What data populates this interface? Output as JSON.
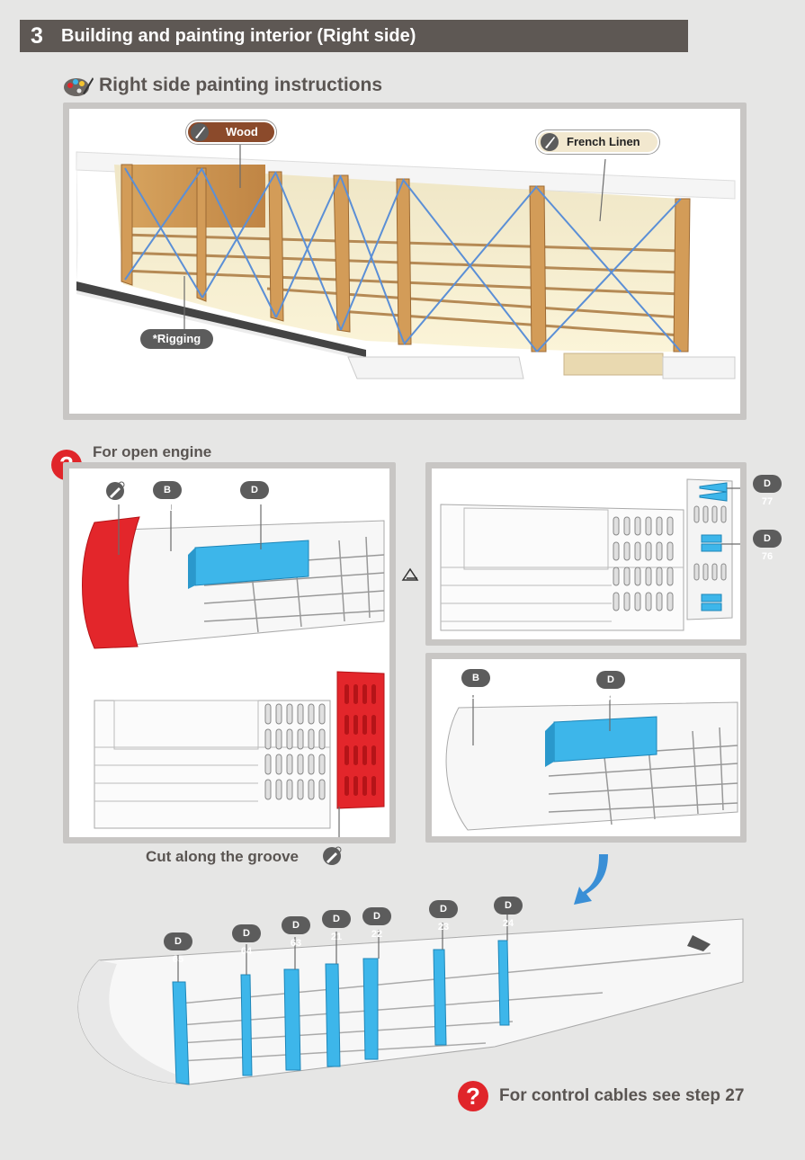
{
  "header": {
    "step_number": "3",
    "title": "Building and painting interior (Right side)"
  },
  "painting": {
    "title": "Right side painting instructions",
    "labels": {
      "wood": "Wood",
      "french_linen": "French Linen",
      "rigging": "*Rigging"
    }
  },
  "open_engine": {
    "title": "For open engine",
    "cut_label": "Cut along the groove"
  },
  "parts": {
    "b01": "B 01",
    "d85": "D 85",
    "d77": "D 77",
    "d76": "D 76",
    "d65": "D 65",
    "d64": "D 64",
    "d63": "D 63",
    "d21": "D 21",
    "d22": "D 22",
    "d23": "D 23",
    "d24": "D 24"
  },
  "footer": {
    "note": "For control cables see step 27",
    "help_symbol": "?"
  },
  "colors": {
    "header_bg": "#5e5854",
    "frame": "#c8c6c4",
    "wood": "#8b4a2b",
    "linen": "#f2e8cf",
    "highlight_blue": "#3db6ea",
    "highlight_red": "#e3262b",
    "rigging": "#5b8fd6",
    "help_red": "#e0252a"
  },
  "icons": [
    "palette-icon",
    "brush-icon",
    "knife-icon",
    "question-icon",
    "arrow-icon",
    "pointer-icon"
  ]
}
